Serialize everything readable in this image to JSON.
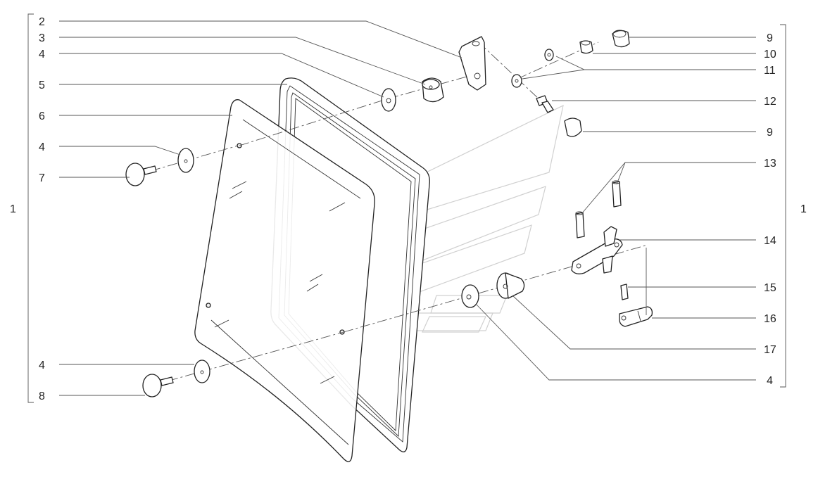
{
  "callouts": {
    "assembly_left": "1",
    "assembly_right": "1",
    "left": [
      "2",
      "3",
      "4",
      "5",
      "6",
      "4",
      "7",
      "4",
      "8"
    ],
    "right": [
      "9",
      "10",
      "11",
      "12",
      "9",
      "13",
      "14",
      "15",
      "16",
      "17",
      "4"
    ]
  },
  "icons": {
    "glass": "glass-panel-icon",
    "seal": "rubber-seal-icon",
    "bracket": "bracket-icon",
    "hinge": "hinge-icon",
    "pin": "pin-icon",
    "bolt": "bolt-icon",
    "washer": "washer-icon",
    "bushing": "bushing-icon",
    "cap": "cap-icon"
  }
}
